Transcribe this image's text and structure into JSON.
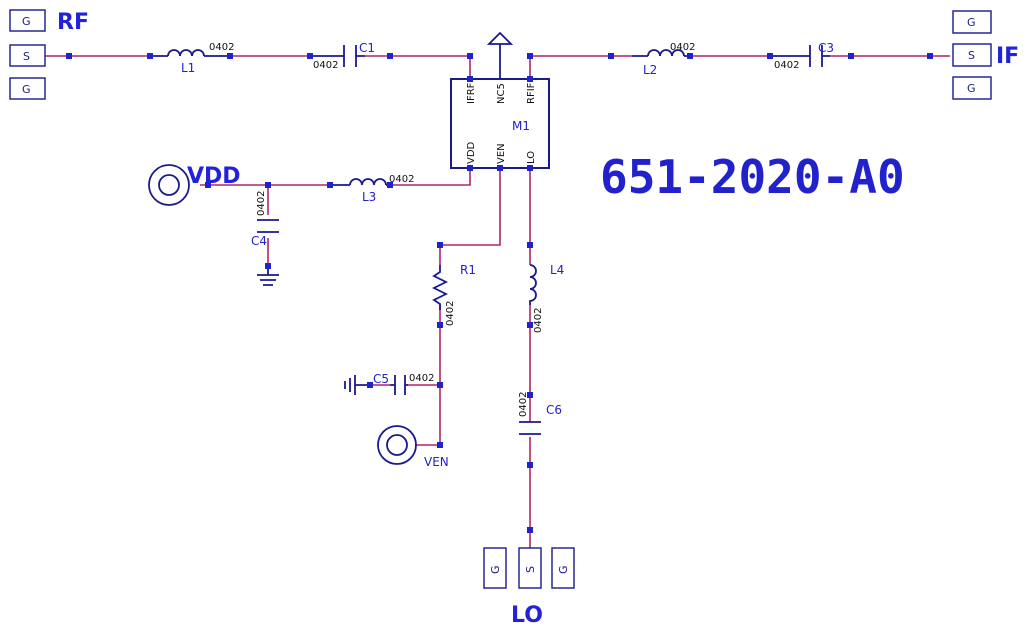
{
  "part_number": "651-2020-A0",
  "ports": {
    "rf": "RF",
    "if": "IF",
    "lo": "LO",
    "vdd": "VDD",
    "ven": "VEN"
  },
  "pads": {
    "g": "G",
    "s": "S"
  },
  "package": "0402",
  "chip": {
    "ref": "M1",
    "pins": {
      "ifrf": "IFRF",
      "nc5": "NC5",
      "rfif": "RFIF",
      "vdd": "VDD",
      "ven": "VEN",
      "lo": "LO"
    }
  },
  "components": {
    "l1": "L1",
    "l2": "L2",
    "l3": "L3",
    "l4": "L4",
    "c1": "C1",
    "c3": "C3",
    "c4": "C4",
    "c5": "C5",
    "c6": "C6",
    "r1": "R1"
  },
  "colors": {
    "wire": "#b0246a",
    "component": "#1a1a8c",
    "label": "#2222cc"
  }
}
